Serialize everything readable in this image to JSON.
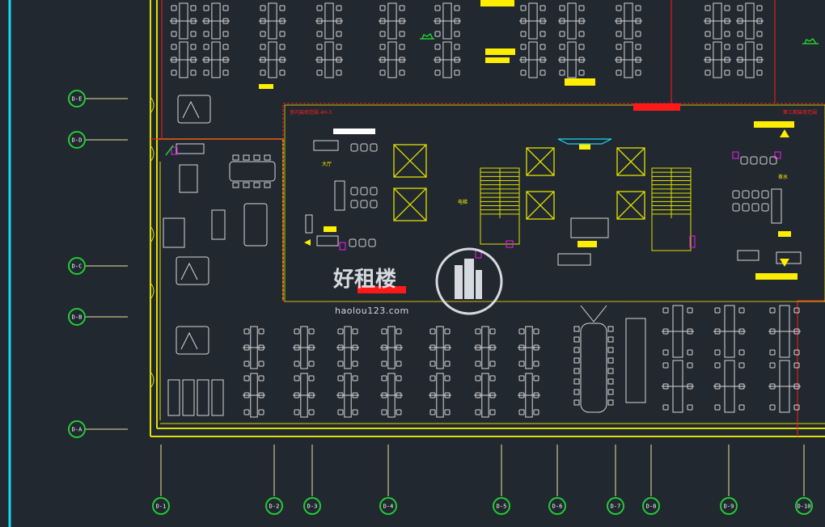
{
  "plan": {
    "row_axes": [
      {
        "label": "D-E"
      },
      {
        "label": "D-D"
      },
      {
        "label": "D-C"
      },
      {
        "label": "D-B"
      },
      {
        "label": "D-A"
      }
    ],
    "column_axes": [
      {
        "label": "D-1"
      },
      {
        "label": "D-2"
      },
      {
        "label": "D-3"
      },
      {
        "label": "D-4"
      },
      {
        "label": "D-5"
      },
      {
        "label": "D-6"
      },
      {
        "label": "D-7"
      },
      {
        "label": "D-8"
      },
      {
        "label": "D-9"
      },
      {
        "label": "D-10"
      }
    ],
    "zones": {
      "central_title": "室内装修范围 4H-3",
      "right_title": "第三期装修范围",
      "room_label_left": "大厅",
      "room_label_right": "茶水",
      "room_label_mid": "电梯"
    }
  },
  "watermark": {
    "brand": "好租楼",
    "url": "haolou123.com"
  },
  "colors": {
    "background": "#212830",
    "grid_line": "#e8e4a0",
    "axis_circle": "#22cc33",
    "wall": "#e0e000",
    "boundary_red": "#ff1a1a",
    "furniture": "#d6d6d6",
    "highlight_yellow": "#ffee00",
    "marker_magenta": "#d020d0",
    "cyan_edge": "#18d8f0"
  }
}
